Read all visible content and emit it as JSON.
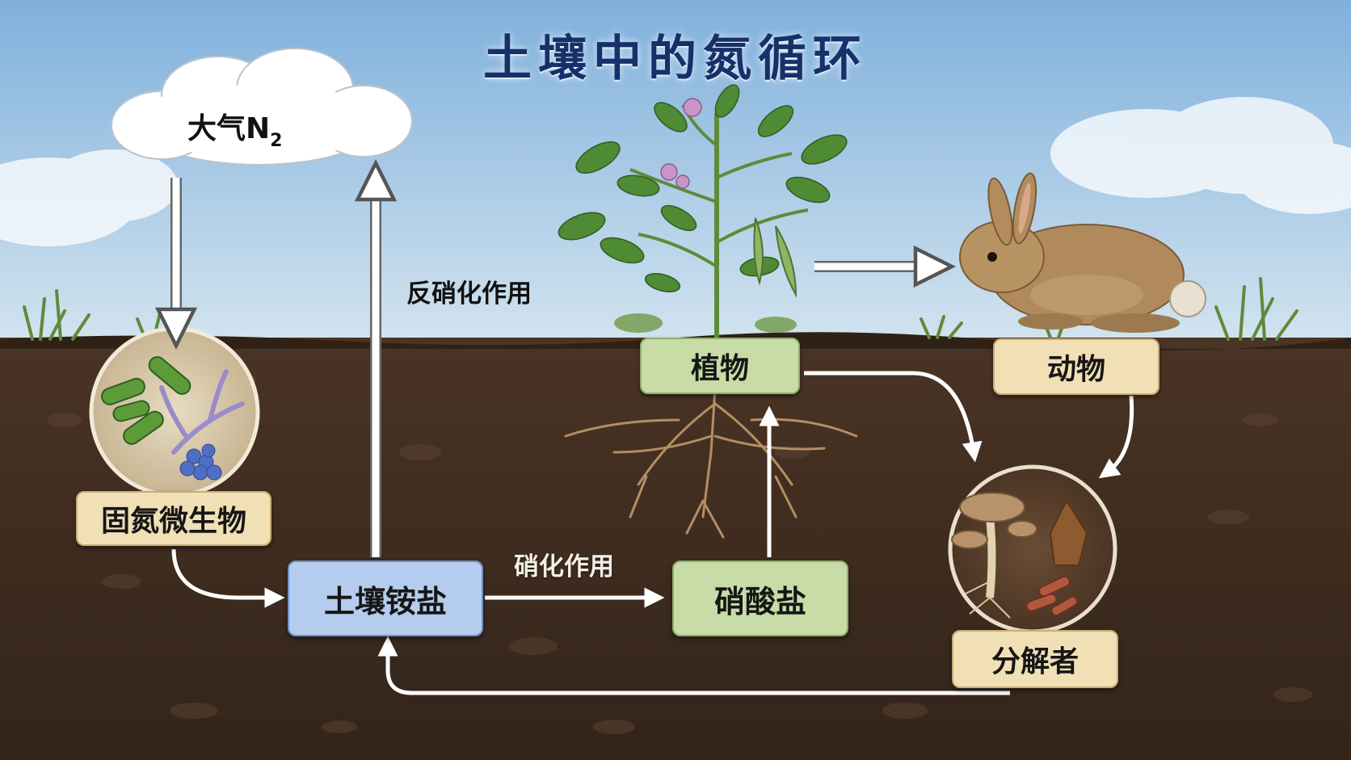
{
  "title": "土壤中的氮循环",
  "atmosphere": {
    "label": "大气N",
    "subscript": "2"
  },
  "nodes": {
    "nitrogen_fixers": "固氮微生物",
    "ammonium": "土壤铵盐",
    "nitrate": "硝酸盐",
    "plant": "植物",
    "animal": "动物",
    "decomposer": "分解者"
  },
  "processes": {
    "denitrification": "反硝化作用",
    "nitrification": "硝化作用"
  },
  "colors": {
    "title": "#16306a",
    "sky": "#a9cbe8",
    "soil": "#3e2b1d",
    "box_beige": "#f1dfb6",
    "box_green": "#c7dca6",
    "box_blue": "#b4cdee",
    "arrow": "#ffffff"
  }
}
